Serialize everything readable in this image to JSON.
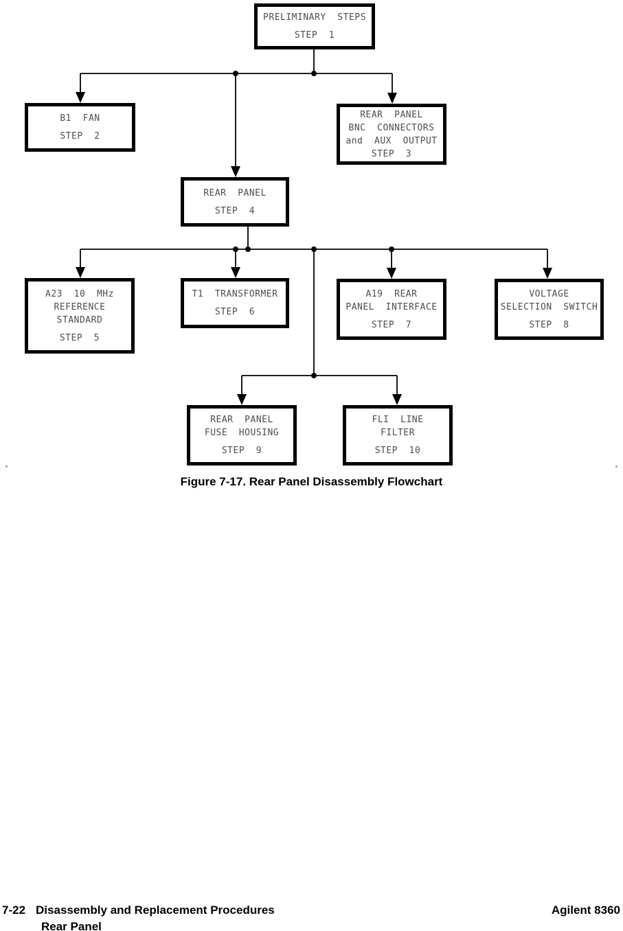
{
  "page": {
    "caption": "Figure 7-17. Rear Panel Disassembly Flowchart",
    "footer": {
      "page_number": "7-22",
      "chapter": "Disassembly and Replacement Procedures",
      "section": "Rear Panel",
      "product": "Agilent 8360"
    }
  },
  "colors": {
    "connector_line": "#000000",
    "box_border": "#000000",
    "node_text": "#4d4d4d",
    "caption_text": "#000000"
  },
  "flowchart": {
    "type": "top-down flowchart",
    "nodes": [
      {
        "id": "step-1",
        "title": "PRELIMINARY  STEPS",
        "step": "STEP  1"
      },
      {
        "id": "step-2",
        "title": "B1  FAN",
        "step": "STEP  2"
      },
      {
        "id": "step-3",
        "title": "REAR  PANEL\nBNC  CONNECTORS\nand  AUX  OUTPUT",
        "step": "STEP  3"
      },
      {
        "id": "step-4",
        "title": "REAR  PANEL",
        "step": "STEP  4"
      },
      {
        "id": "step-5",
        "title": "A23  10  MHz\nREFERENCE\nSTANDARD",
        "step": "STEP  5"
      },
      {
        "id": "step-6",
        "title": "T1  TRANSFORMER",
        "step": "STEP  6"
      },
      {
        "id": "step-7",
        "title": "A19  REAR\nPANEL  INTERFACE",
        "step": "STEP  7"
      },
      {
        "id": "step-8",
        "title": "VOLTAGE\nSELECTION  SWITCH",
        "step": "STEP  8"
      },
      {
        "id": "step-9",
        "title": "REAR  PANEL\nFUSE  HOUSING",
        "step": "STEP  9"
      },
      {
        "id": "step-10",
        "title": "FLI  LINE\nFILTER",
        "step": "STEP  10"
      }
    ],
    "edges": [
      "STEP 1 -> STEP 2",
      "STEP 1 -> STEP 3",
      "STEP 1 -> STEP 4",
      "STEP 4 -> STEP 5",
      "STEP 4 -> STEP 6",
      "STEP 4 -> STEP 7",
      "STEP 4 -> STEP 8",
      "STEP 4 -> STEP 9",
      "STEP 4 -> STEP 10"
    ]
  }
}
